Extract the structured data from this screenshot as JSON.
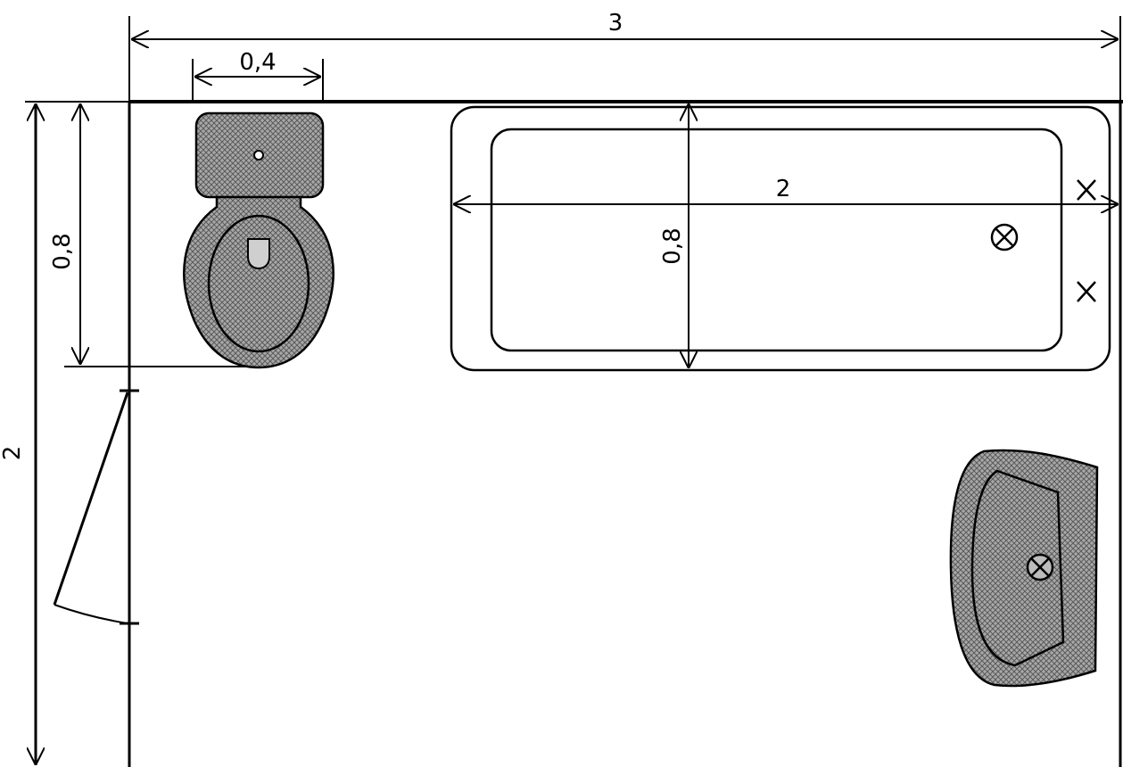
{
  "dimensions": {
    "room_width": "3",
    "room_depth": "2",
    "toilet_width": "0,4",
    "toilet_depth": "0,8",
    "bathtub_length": "2",
    "bathtub_width": "0,8"
  },
  "fixtures": {
    "toilet": {
      "fill": "#9a9a9a"
    },
    "bathtub": {
      "stroke": "#000000"
    },
    "sink": {
      "fill": "#9a9a9a"
    }
  },
  "colors": {
    "line": "#000000",
    "background": "#ffffff"
  }
}
